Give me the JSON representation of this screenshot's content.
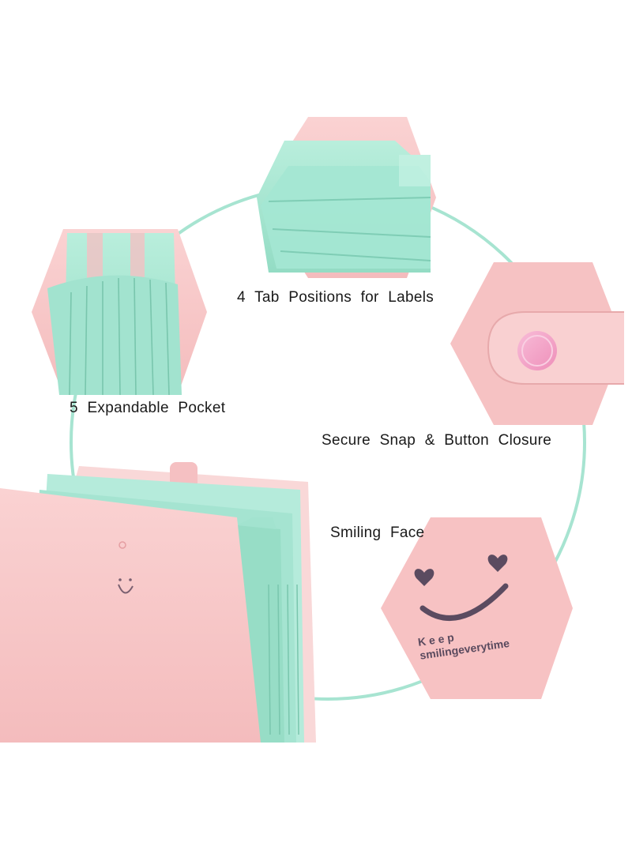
{
  "labels": {
    "tab_positions": "4 Tab Positions for Labels",
    "expandable_pocket": "5 Expandable Pocket",
    "snap_closure": "Secure Snap & Button Closure",
    "smiling_face": "Smiling Face"
  },
  "smile_badge": {
    "line1": "K e e p",
    "line2": "smilingeverytime"
  },
  "colors": {
    "pink": "#f7c4c4",
    "pink_dark": "#eeb0b2",
    "mint": "#a8e6d2",
    "mint_dark": "#86d6bd",
    "ring": "#9fe0cc",
    "button": "#f4a6c6",
    "ink": "#5a4a5e"
  }
}
